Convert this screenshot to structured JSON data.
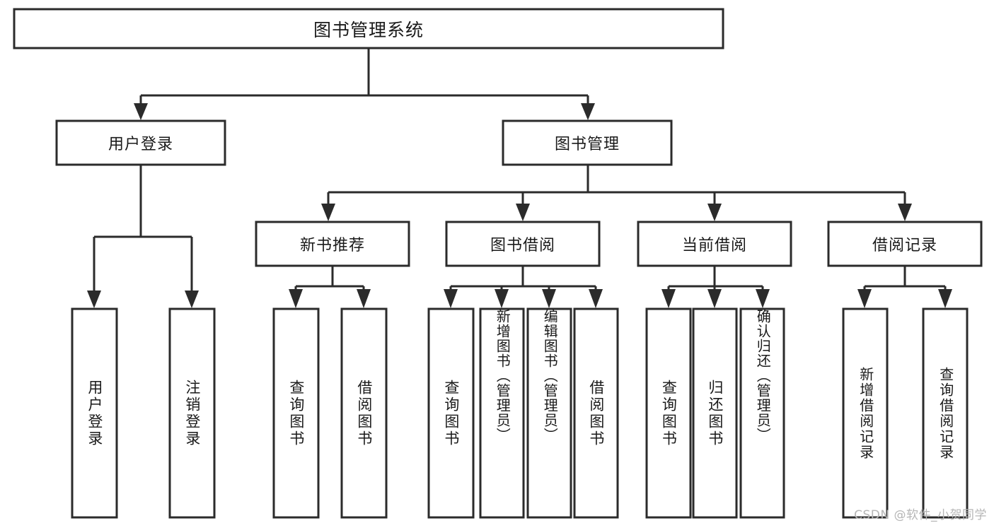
{
  "diagram": {
    "title": "图书管理系统",
    "type": "tree",
    "watermark": "CSDN @软件_小贺同学",
    "colors": {
      "box_stroke": "#2b2b2b",
      "box_fill": "#ffffff",
      "text": "#1a1a1a",
      "watermark": "#b6b6b6",
      "background": "#ffffff"
    },
    "levels": {
      "root": {
        "label": "图书管理系统"
      },
      "level2": [
        {
          "label": "用户登录"
        },
        {
          "label": "图书管理"
        }
      ],
      "level3": [
        {
          "label": "新书推荐"
        },
        {
          "label": "图书借阅"
        },
        {
          "label": "当前借阅"
        },
        {
          "label": "借阅记录"
        }
      ],
      "leaves": {
        "user_login": [
          {
            "label": "用户登录"
          },
          {
            "label": "注销登录"
          }
        ],
        "new_book_rec": [
          {
            "label": "查询图书"
          },
          {
            "label": "借阅图书"
          }
        ],
        "book_borrow": [
          {
            "label": "查询图书"
          },
          {
            "label": "新增图书（管理员）"
          },
          {
            "label": "编辑图书（管理员）"
          },
          {
            "label": "借阅图书"
          }
        ],
        "current_borrow": [
          {
            "label": "查询图书"
          },
          {
            "label": "归还图书"
          },
          {
            "label": "确认归还（管理员）"
          }
        ],
        "borrow_record": [
          {
            "label": "新增借阅记录"
          },
          {
            "label": "查询借阅记录"
          }
        ]
      }
    }
  }
}
